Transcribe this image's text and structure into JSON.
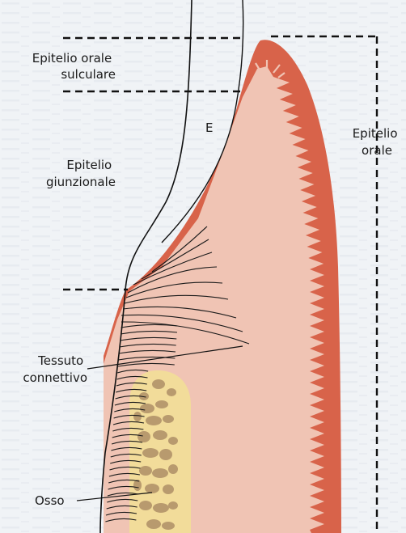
{
  "labels": {
    "epitelio_orale_sulculare": [
      "Epitelio orale",
      "sulculare"
    ],
    "e_marker": "E",
    "epitelio_giunzionale": [
      "Epitelio",
      "giunzionale"
    ],
    "epitelio_orale": [
      "Epitelio",
      "orale"
    ],
    "tessuto_connettivo": [
      "Tessuto",
      "connettivo"
    ],
    "osso": "Osso"
  },
  "colors": {
    "background_texture": "#c9d2dc",
    "epithelium": "#d8634a",
    "connective_tissue": "#f0c4b4",
    "bone_cortex": "#f2dc9a",
    "bone_marrow": "#b89a6e",
    "tooth_outline": "#111111"
  }
}
